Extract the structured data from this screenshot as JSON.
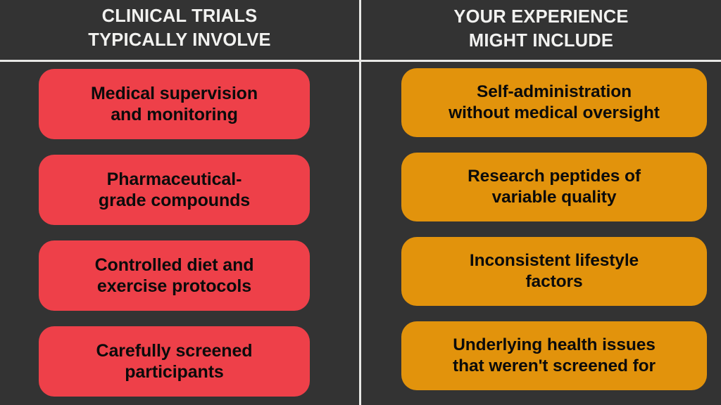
{
  "theme": {
    "background": "#333333",
    "divider": "#e8e8e6",
    "header_text": "#f2f2f0",
    "left_accent": "#ee4049",
    "right_accent": "#e2930c",
    "card_text": "#0b0b0b"
  },
  "columns": [
    {
      "id": "clinical-trials",
      "header": "CLINICAL TRIALS\nTYPICALLY INVOLVE",
      "cards": [
        {
          "text": "Medical supervision\nand monitoring"
        },
        {
          "text": "Pharmaceutical-\ngrade compounds"
        },
        {
          "text": "Controlled diet and\nexercise protocols"
        },
        {
          "text": "Carefully screened\nparticipants"
        }
      ]
    },
    {
      "id": "your-experience",
      "header": "YOUR EXPERIENCE\nMIGHT INCLUDE",
      "cards": [
        {
          "text": "Self-administration\nwithout medical oversight"
        },
        {
          "text": "Research peptides of\nvariable quality"
        },
        {
          "text": "Inconsistent lifestyle\nfactors"
        },
        {
          "text": "Underlying health issues\nthat weren't screened for"
        }
      ]
    }
  ]
}
